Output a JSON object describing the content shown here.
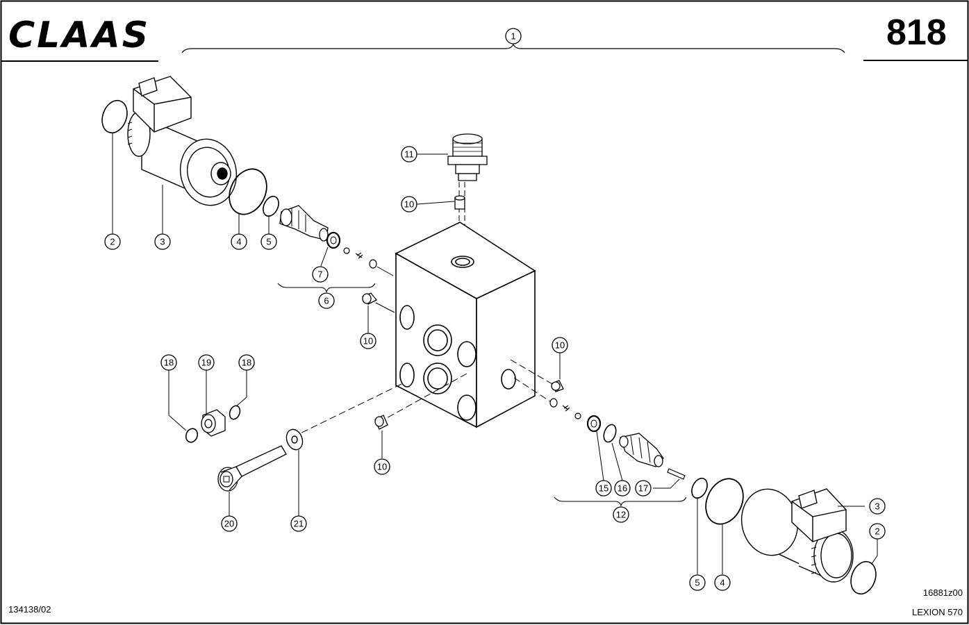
{
  "header": {
    "brand": "CLAAS",
    "page_number": "818",
    "assembly_callout": "1"
  },
  "footer": {
    "document_number": "134138/02",
    "drawing_id": "16881z00",
    "model": "LEXION 570"
  },
  "callouts": {
    "c11": "11",
    "c10_top": "10",
    "c2_left": "2",
    "c3_left": "3",
    "c4_left": "4",
    "c5_left": "5",
    "c7": "7",
    "c6": "6",
    "c10_mid": "10",
    "c10_right": "10",
    "c18_a": "18",
    "c19": "19",
    "c18_b": "18",
    "c10_bottom": "10",
    "c20": "20",
    "c21": "21",
    "c15": "15",
    "c16": "16",
    "c17": "17",
    "c12": "12",
    "c3_right": "3",
    "c2_right": "2",
    "c5_right": "5",
    "c4_right": "4"
  }
}
